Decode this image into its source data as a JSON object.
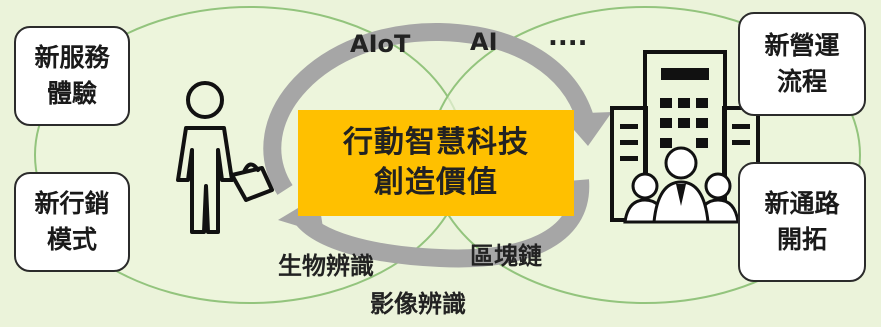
{
  "center": {
    "text": "行動智慧科技\n創造價值"
  },
  "boxes": {
    "top_left": "新服務\n體驗",
    "bottom_left": "新行銷\n模式",
    "top_right": "新營運\n流程",
    "bottom_right": "新通路\n開拓"
  },
  "tech_labels": {
    "aiot": "AIoT",
    "ai": "AI",
    "more": "....",
    "biometrics": "生物辨識",
    "blockchain": "區塊鏈",
    "image_recognition": "影像辨識"
  },
  "colors": {
    "background": "#ebf3da",
    "ellipse_fill": "#edf5dc",
    "ellipse_stroke": "#93c47d",
    "center_fill": "#ffc000",
    "arrow": "#a6a6a6"
  },
  "icons": [
    "person-with-shopping-bag-icon",
    "office-building-with-people-icon"
  ]
}
